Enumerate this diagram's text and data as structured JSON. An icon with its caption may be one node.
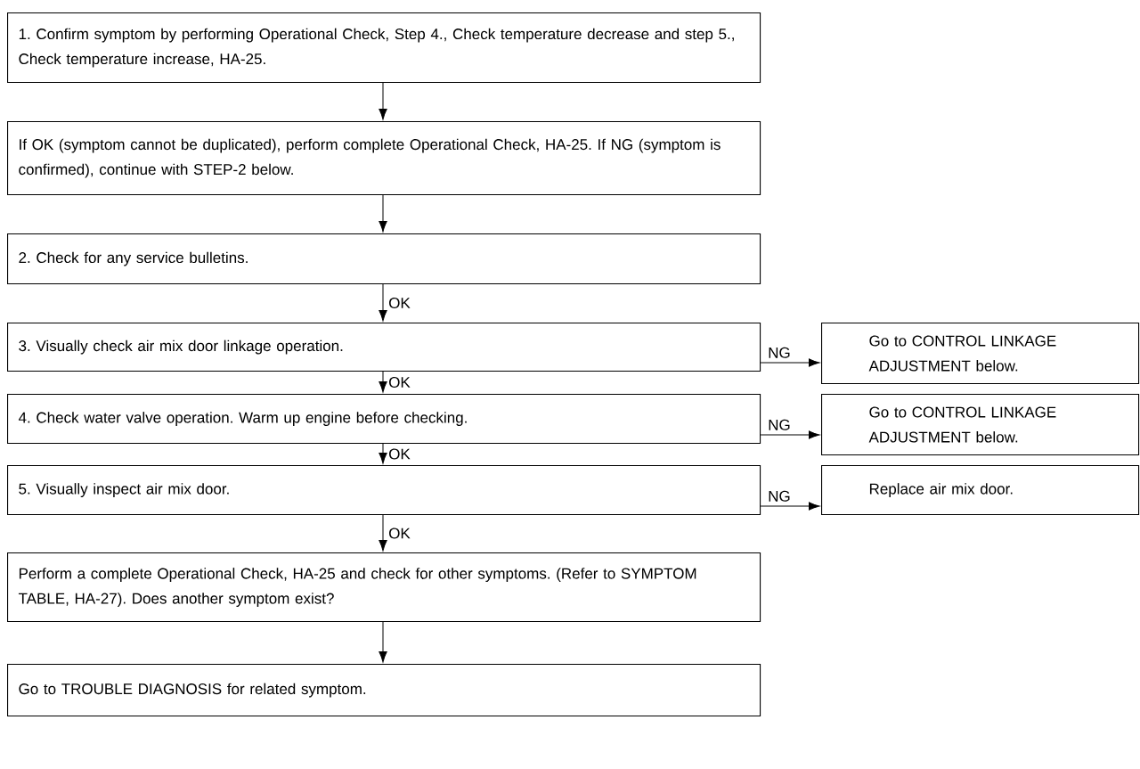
{
  "diagram": {
    "nodes": [
      {
        "text": [
          "1. Confirm symptom by performing Operational Check, Step 4., Check temperature decrease and step 5., Check temperature increase, HA-25."
        ]
      },
      {
        "text": [
          "If OK (symptom cannot be duplicated), perform complete Operational Check, HA-25. If NG (symptom is confirmed), continue with STEP-2 below."
        ]
      },
      {
        "text": [
          "2. Check for any service bulletins."
        ]
      },
      {
        "text": [
          "3. Visually check air mix door linkage operation."
        ]
      },
      {
        "text": [
          "4. Check water valve operation. Warm up engine before checking."
        ]
      },
      {
        "text": [
          "5. Visually inspect air mix door."
        ]
      },
      {
        "text": [
          "Perform a complete Operational Check, HA-25 and check for other symptoms. (Refer to SYMPTOM TABLE, HA-27). Does another symptom exist?"
        ]
      },
      {
        "text": [
          "Go to TROUBLE DIAGNOSIS for related symptom."
        ]
      },
      {
        "text": [
          "Go to CONTROL LINKAGE ADJUSTMENT below."
        ]
      },
      {
        "text": [
          "Go to CONTROL LINKAGE ADJUSTMENT below."
        ]
      },
      {
        "text": [
          "Replace air mix door."
        ]
      }
    ],
    "edges": [
      {
        "from": 0,
        "to": 1,
        "arrow": "to"
      },
      {
        "from": 1,
        "to": 2,
        "arrow": "to"
      },
      {
        "from": 2,
        "to": 3,
        "arrow": "to",
        "label": "OK"
      },
      {
        "from": 3,
        "to": 4,
        "arrow": "to",
        "label": "OK"
      },
      {
        "from": 4,
        "to": 5,
        "arrow": "to",
        "label": "OK"
      },
      {
        "from": 5,
        "to": 6,
        "arrow": "to",
        "label": "OK"
      },
      {
        "from": 6,
        "to": 7,
        "arrow": "to"
      },
      {
        "from": 3,
        "to": 8,
        "arrow": "to",
        "label": "NG"
      },
      {
        "from": 4,
        "to": 9,
        "arrow": "to",
        "label": "NG"
      },
      {
        "from": 5,
        "to": 10,
        "arrow": "to",
        "label": "NG"
      }
    ]
  }
}
